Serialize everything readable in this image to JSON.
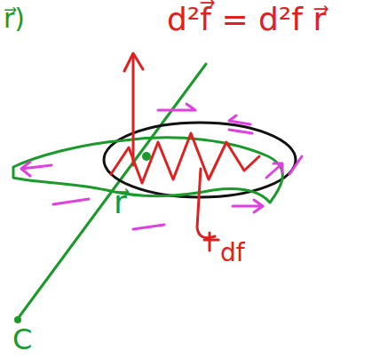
{
  "diagram": {
    "labels": [
      "r⃗)",
      "d²f⃗ = d²f r⃗",
      "r⃗",
      "C",
      "df"
    ]
  }
}
